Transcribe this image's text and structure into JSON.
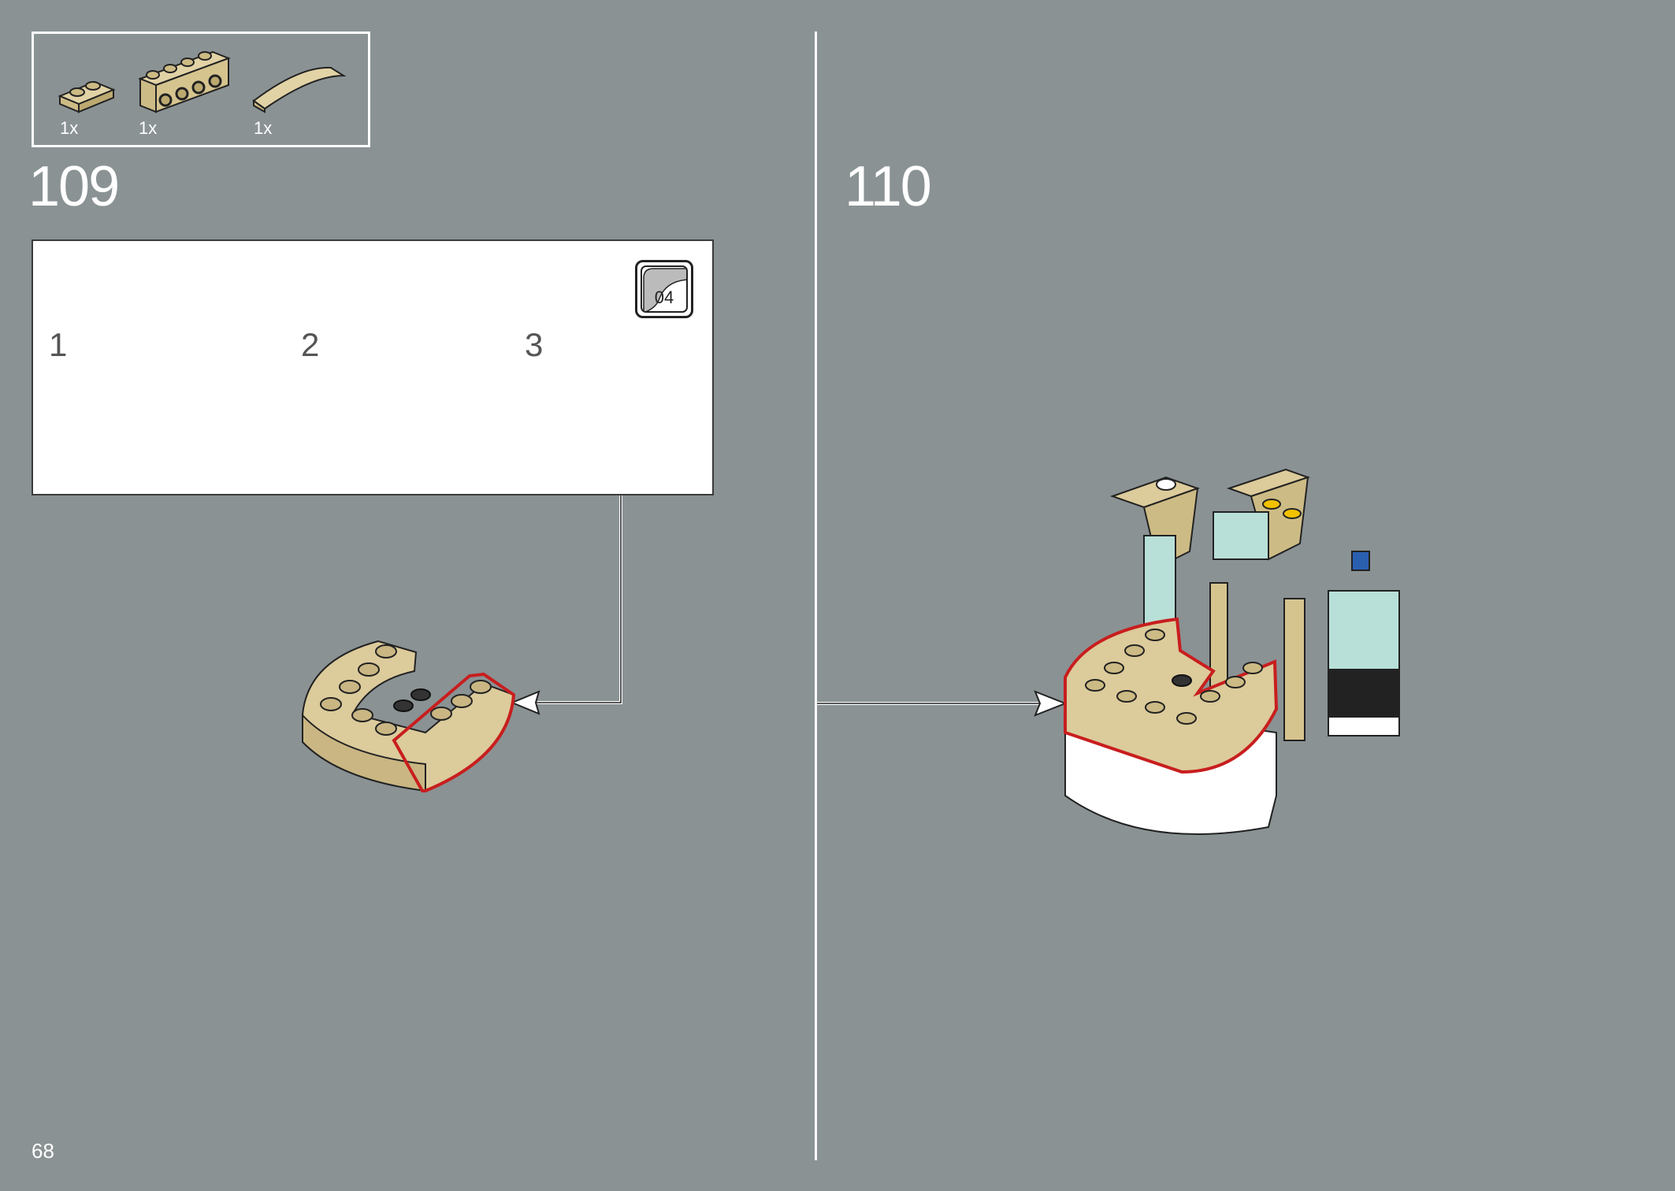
{
  "parts": [
    {
      "qty": "1x",
      "icon": "tan-plate-1x2-icon"
    },
    {
      "qty": "1x",
      "icon": "tan-brick-1x4-studs-side-icon"
    },
    {
      "qty": "1x",
      "icon": "tan-curved-slope-icon"
    }
  ],
  "steps": {
    "left": "109",
    "right": "110"
  },
  "substeps": [
    "1",
    "2",
    "3"
  ],
  "callout": {
    "label": "04",
    "icon": "sticker-icon"
  },
  "page_number": "68",
  "colors": {
    "background": "#8a9294",
    "tan": "#dccb9b",
    "highlight": "#c81e1e",
    "arrow": "#c81e1e"
  }
}
